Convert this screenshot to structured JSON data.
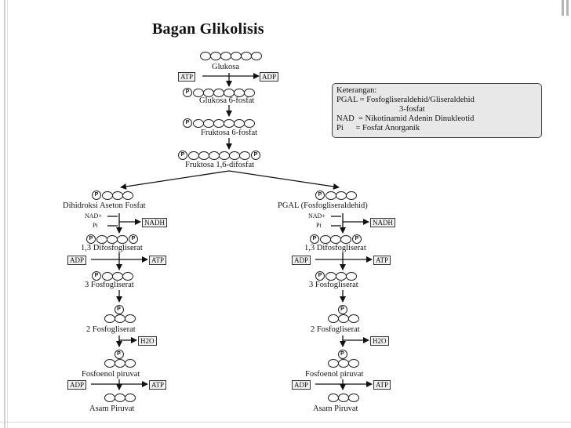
{
  "title": "Bagan Glikolisis",
  "main": {
    "glukosa": "Glukosa",
    "atp": "ATP",
    "adp": "ADP",
    "glukosa6": "Glukosa 6-fosfat",
    "fruktosa6": "Fruktosa 6-fosfat",
    "fruktosa16": "Fruktosa 1,6-difosfat",
    "p": "P"
  },
  "left": {
    "start": "Dihidroksi Aseton Fosfat",
    "nad": "NAD+",
    "pi": "Pi",
    "nadh": "NADH",
    "bpg": "1,3 Difosfogliserat",
    "adp": "ADP",
    "atp": "ATP",
    "pg3": "3 Fosfogliserat",
    "pg2": "2 Fosfogliserat",
    "h2o": "H2O",
    "pep": "Fosfoenol piruvat",
    "adp2": "ADP",
    "atp2": "ATP",
    "pyr": "Asam Piruvat"
  },
  "right": {
    "start": "PGAL (Fosfogliseraldehid)",
    "nad": "NAD+",
    "pi": "Pi",
    "nadh": "NADH",
    "bpg": "1,3 Difosfogliserat",
    "adp": "ADP",
    "atp": "ATP",
    "pg3": "3 Fosfogliserat",
    "pg2": "2 Fosfogliserat",
    "h2o": "H2O",
    "pep": "Fosfoenol piruvat",
    "adp2": "ADP",
    "atp2": "ATP",
    "pyr": "Asam Piruvat"
  },
  "legend": {
    "heading": "Keterangan:",
    "row1": "PGAL = Fosfogliseraldehid/Gliseraldehid",
    "row1b": "3-fosfat",
    "row2": "NAD  = Nikotinamid Adenin Dinukleotid",
    "row3": "Pi      = Fosfat Anorganik"
  }
}
